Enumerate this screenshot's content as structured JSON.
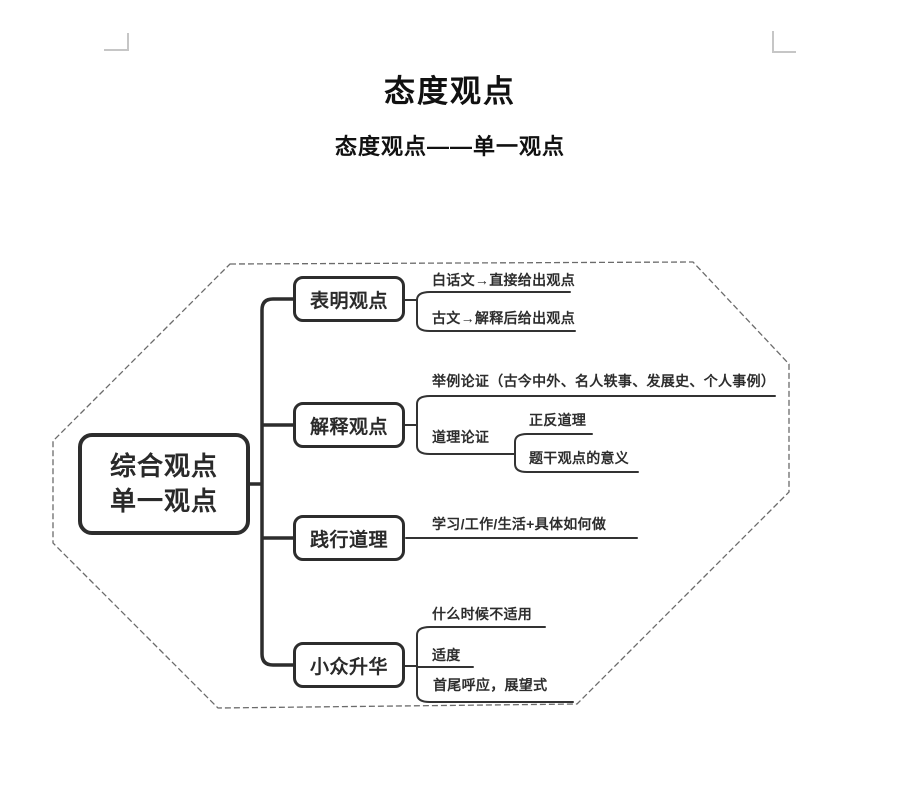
{
  "page": {
    "title": "态度观点",
    "subtitle": "态度观点——单一观点"
  },
  "colors": {
    "ink": "#2d2d2d",
    "outline_gray": "#6b6b6b",
    "corner_mark_gray": "#c6c6c6"
  },
  "mindmap": {
    "root_line1": "综合观点",
    "root_line2": "单一观点",
    "branches": [
      {
        "label": "表明观点",
        "leaves": [
          "白话文→直接给出观点",
          "古文→解释后给出观点"
        ]
      },
      {
        "label": "解释观点",
        "leaves": [
          "举例论证（古今中外、名人轶事、发展史、个人事例）",
          "道理论证"
        ],
        "sub_leaves": [
          "正反道理",
          "题干观点的意义"
        ]
      },
      {
        "label": "践行道理",
        "leaves": [
          "学习/工作/生活+具体如何做"
        ]
      },
      {
        "label": "小众升华",
        "leaves": [
          "什么时候不适用",
          "适度",
          "首尾呼应，展望式"
        ]
      }
    ]
  }
}
